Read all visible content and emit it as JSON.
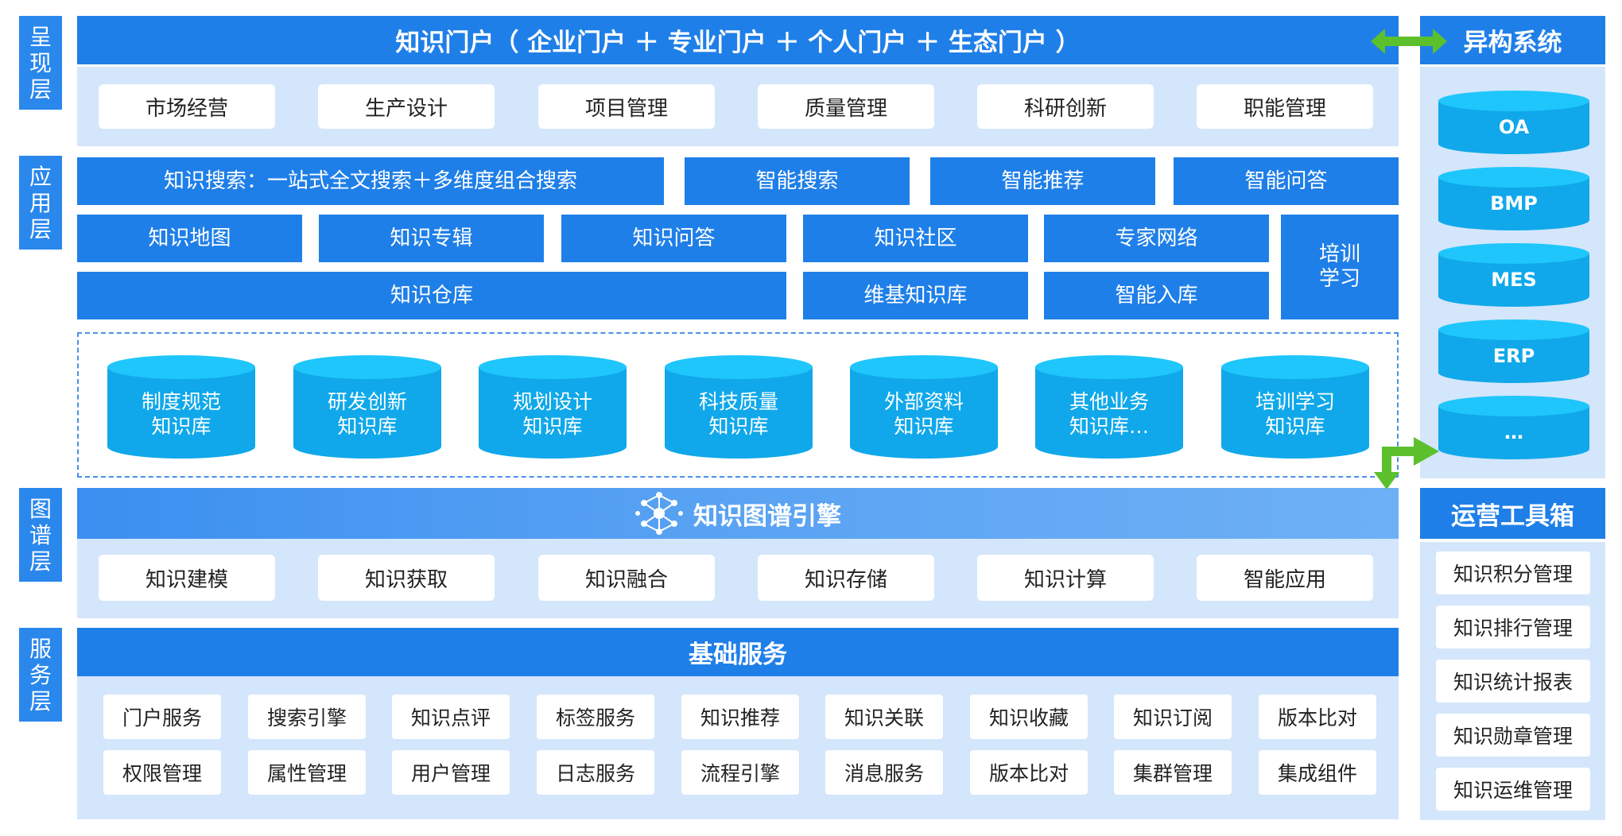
{
  "layers": {
    "presentation": "呈\n现\n层",
    "application": "应\n用\n层",
    "graph": "图\n谱\n层",
    "service": "服\n务\n层"
  },
  "portal": {
    "title": "知识门户（ 企业门户 ＋ 专业门户 ＋ 个人门户 ＋ 生态门户 ）",
    "items": [
      "市场经营",
      "生产设计",
      "项目管理",
      "质量管理",
      "科研创新",
      "职能管理"
    ]
  },
  "app": {
    "row1": [
      "知识搜索：一站式全文搜索＋多维度组合搜索",
      "智能搜索",
      "智能推荐",
      "智能问答"
    ],
    "row2": [
      "知识地图",
      "知识专辑",
      "知识问答",
      "知识社区",
      "专家网络"
    ],
    "training": "培训\n学习",
    "row3": [
      "知识仓库",
      "维基知识库",
      "智能入库"
    ]
  },
  "repositories": [
    {
      "line1": "制度规范",
      "line2": "知识库"
    },
    {
      "line1": "研发创新",
      "line2": "知识库"
    },
    {
      "line1": "规划设计",
      "line2": "知识库"
    },
    {
      "line1": "科技质量",
      "line2": "知识库"
    },
    {
      "line1": "外部资料",
      "line2": "知识库"
    },
    {
      "line1": "其他业务",
      "line2": "知识库…"
    },
    {
      "line1": "培训学习",
      "line2": "知识库"
    }
  ],
  "graph": {
    "title": "知识图谱引擎",
    "icon": "network-icon",
    "items": [
      "知识建模",
      "知识获取",
      "知识融合",
      "知识存储",
      "知识计算",
      "智能应用"
    ]
  },
  "service": {
    "title": "基础服务",
    "row1": [
      "门户服务",
      "搜索引擎",
      "知识点评",
      "标签服务",
      "知识推荐",
      "知识关联",
      "知识收藏",
      "知识订阅",
      "版本比对"
    ],
    "row2": [
      "权限管理",
      "属性管理",
      "用户管理",
      "日志服务",
      "流程引擎",
      "消息服务",
      "版本比对",
      "集群管理",
      "集成组件"
    ]
  },
  "hetero": {
    "title": "异构系统",
    "systems": [
      "OA",
      "BMP",
      "MES",
      "ERP",
      "…"
    ]
  },
  "ops": {
    "title": "运营工具箱",
    "tools": [
      "知识积分管理",
      "知识排行管理",
      "知识统计报表",
      "知识勋章管理",
      "知识运维管理"
    ]
  },
  "colors": {
    "primary": "#1f7fe8",
    "panel": "#d4e6fb",
    "cylinder": "#10a8ea",
    "cylinder_top": "#1fc6fb",
    "arrow": "#5cc02c"
  }
}
